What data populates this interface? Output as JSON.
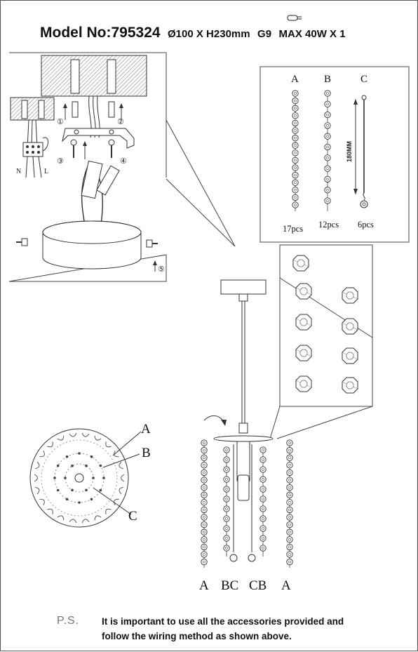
{
  "header": {
    "model": "Model No:795324",
    "spec1": "Ø100 X H230mm",
    "spec2": "G9",
    "spec3": "MAX 40W X 1"
  },
  "install_panel": {
    "wire_n": "N",
    "wire_l": "L",
    "steps": [
      "①",
      "②",
      "③",
      "④",
      "⑤"
    ]
  },
  "parts_panel": {
    "parts": [
      {
        "letter": "A",
        "qty": "17pcs"
      },
      {
        "letter": "B",
        "qty": "12pcs"
      },
      {
        "letter": "C",
        "qty": "6pcs"
      }
    ],
    "dimension": "180MM"
  },
  "top_view": {
    "labels": [
      "A",
      "B",
      "C"
    ]
  },
  "bottom_labels": [
    "A",
    "BC",
    "CB",
    "A"
  ],
  "footer": {
    "ps": "P.S.",
    "line1": "It is important to use all the accessories provided and",
    "line2": "follow the wiring method as shown above."
  }
}
